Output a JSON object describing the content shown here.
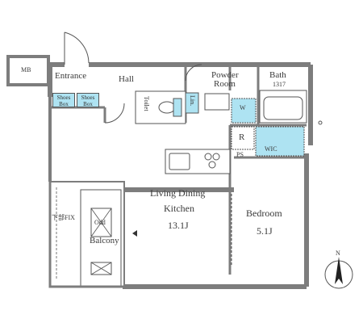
{
  "rooms": {
    "mb": "MB",
    "entrance": "Entrance",
    "hall": "Hall",
    "powder_room_line1": "Powder",
    "powder_room_line2": "Room",
    "bath_line1": "Bath",
    "bath_line2": "1317",
    "shoes_box_1_line1": "Shoes",
    "shoes_box_1_line2": "Box",
    "shoes_box_2_line1": "Shoes",
    "shoes_box_2_line2": "Box",
    "toilet": "Toilet",
    "linen": "Lin.",
    "washer": "W",
    "fridge": "R",
    "wic": "WIC",
    "ps": "PS",
    "ldk_line1": "Living Dining",
    "ldk_line2": "Kitchen",
    "ldk_size": "13.1J",
    "bedroom": "Bedroom",
    "bedroom_size": "5.1J",
    "balcony": "Balcony",
    "odd": "Odd",
    "fix_note": "下部FIX",
    "north": "N"
  },
  "colors": {
    "wall": "#7d7d7d",
    "wall_fill": "#ffffff",
    "accent_blue": "#aee3f2",
    "line": "#555555"
  }
}
